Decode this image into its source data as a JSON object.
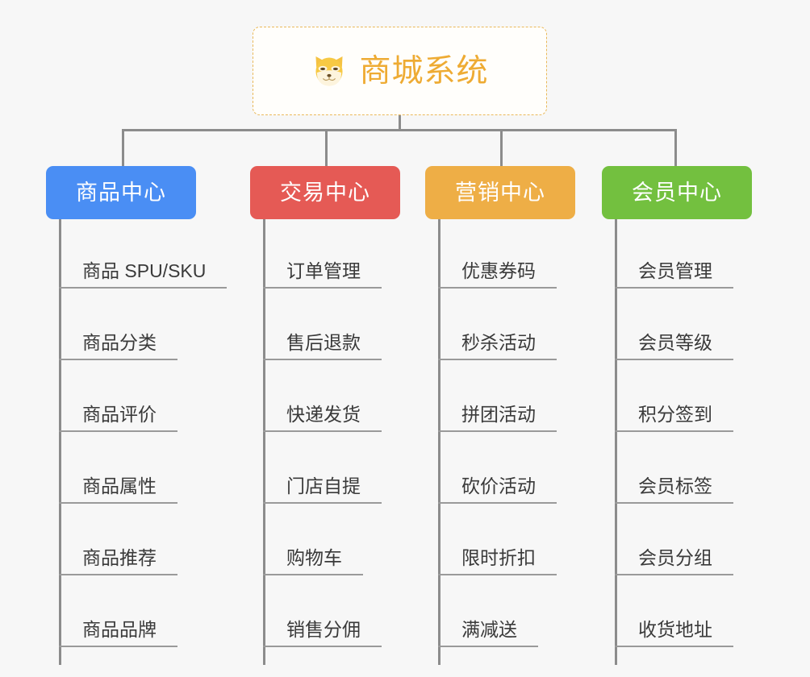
{
  "background_color": "#f7f7f7",
  "root": {
    "icon": "shiba-dog-face-icon",
    "title": "商城系统",
    "color": "#eeab33",
    "border_style": "dashed",
    "border_color": "#eab95a"
  },
  "connector": {
    "color": "#8c8c8c"
  },
  "columns": [
    {
      "category": "商品中心",
      "color": "#4a8ef4",
      "items": [
        "商品 SPU/SKU",
        "商品分类",
        "商品评价",
        "商品属性",
        "商品推荐",
        "商品品牌"
      ]
    },
    {
      "category": "交易中心",
      "color": "#e55a55",
      "items": [
        "订单管理",
        "售后退款",
        "快递发货",
        "门店自提",
        "购物车",
        "销售分佣"
      ]
    },
    {
      "category": "营销中心",
      "color": "#eeae46",
      "items": [
        "优惠券码",
        "秒杀活动",
        "拼团活动",
        "砍价活动",
        "限时折扣",
        "满减送"
      ]
    },
    {
      "category": "会员中心",
      "color": "#73c03f",
      "items": [
        "会员管理",
        "会员等级",
        "积分签到",
        "会员标签",
        "会员分组",
        "收货地址"
      ]
    }
  ]
}
